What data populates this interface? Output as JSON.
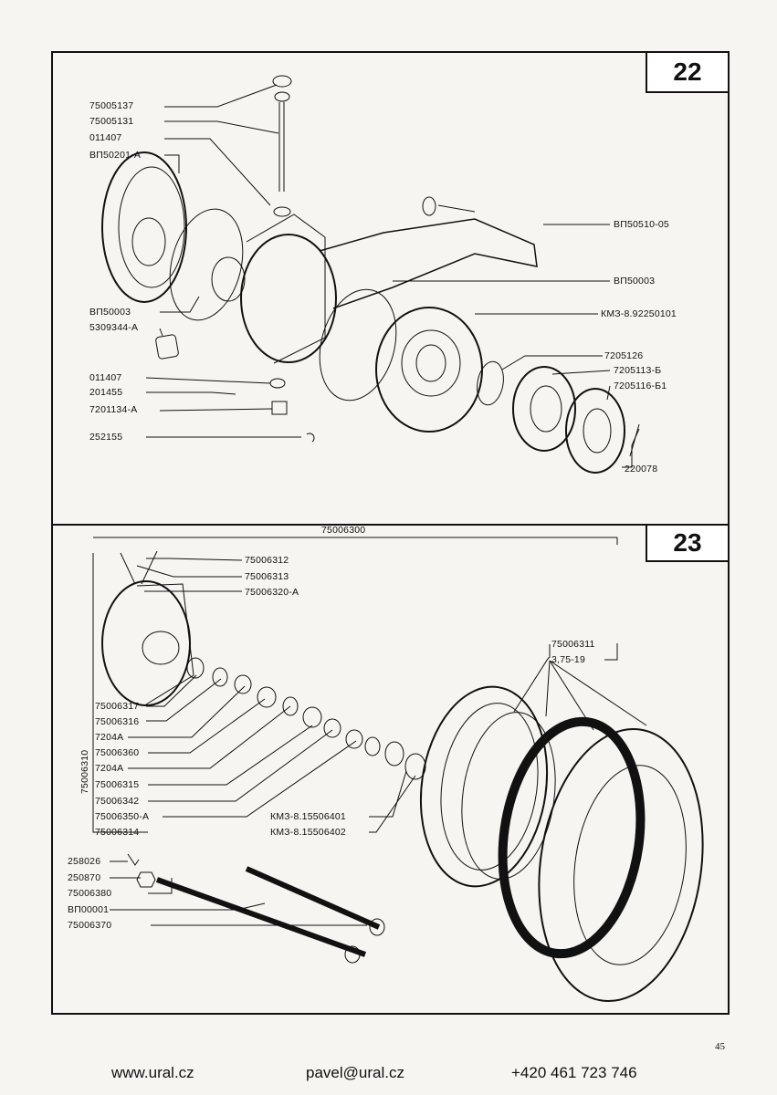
{
  "figures": [
    {
      "number": "22",
      "labels": {
        "75005137": "75005137",
        "75005131": "75005131",
        "011407a": "011407",
        "vp50201a": "ВП50201-А",
        "vp50003a": "ВП50003",
        "5309344a": "5309344-А",
        "011407b": "011407",
        "201455": "201455",
        "7201134a": "7201134-А",
        "252155": "252155",
        "vp50510": "ВП50510-05",
        "vp50003b": "ВП50003",
        "kmz92250101": "КМЗ-8.92250101",
        "7205126": "7205126",
        "7205113": "7205113-Б",
        "7205116": "7205116-Б1",
        "220078": "220078"
      }
    },
    {
      "number": "23",
      "labels": {
        "75006300": "75006300",
        "75006312": "75006312",
        "75006313": "75006313",
        "75006320a": "75006320-А",
        "75006311": "75006311",
        "tire": "3,75-19",
        "75006310": "75006310",
        "75006317": "75006317",
        "75006316": "75006316",
        "7204a1": "7204А",
        "75006360": "75006360",
        "7204a2": "7204А",
        "75006315": "75006315",
        "75006342": "75006342",
        "75006350a": "75006350-А",
        "75006314": "75006314",
        "kmz15506401": "КМЗ-8.15506401",
        "kmz15506402": "КМЗ-8.15506402",
        "258026": "258026",
        "250870": "250870",
        "75006380": "75006380",
        "vp00001": "ВП00001",
        "75006370": "75006370"
      }
    }
  ],
  "page_number": "45",
  "footer": {
    "website": "www.ural.cz",
    "email": "pavel@ural.cz",
    "phone": "+420 461 723 746"
  }
}
